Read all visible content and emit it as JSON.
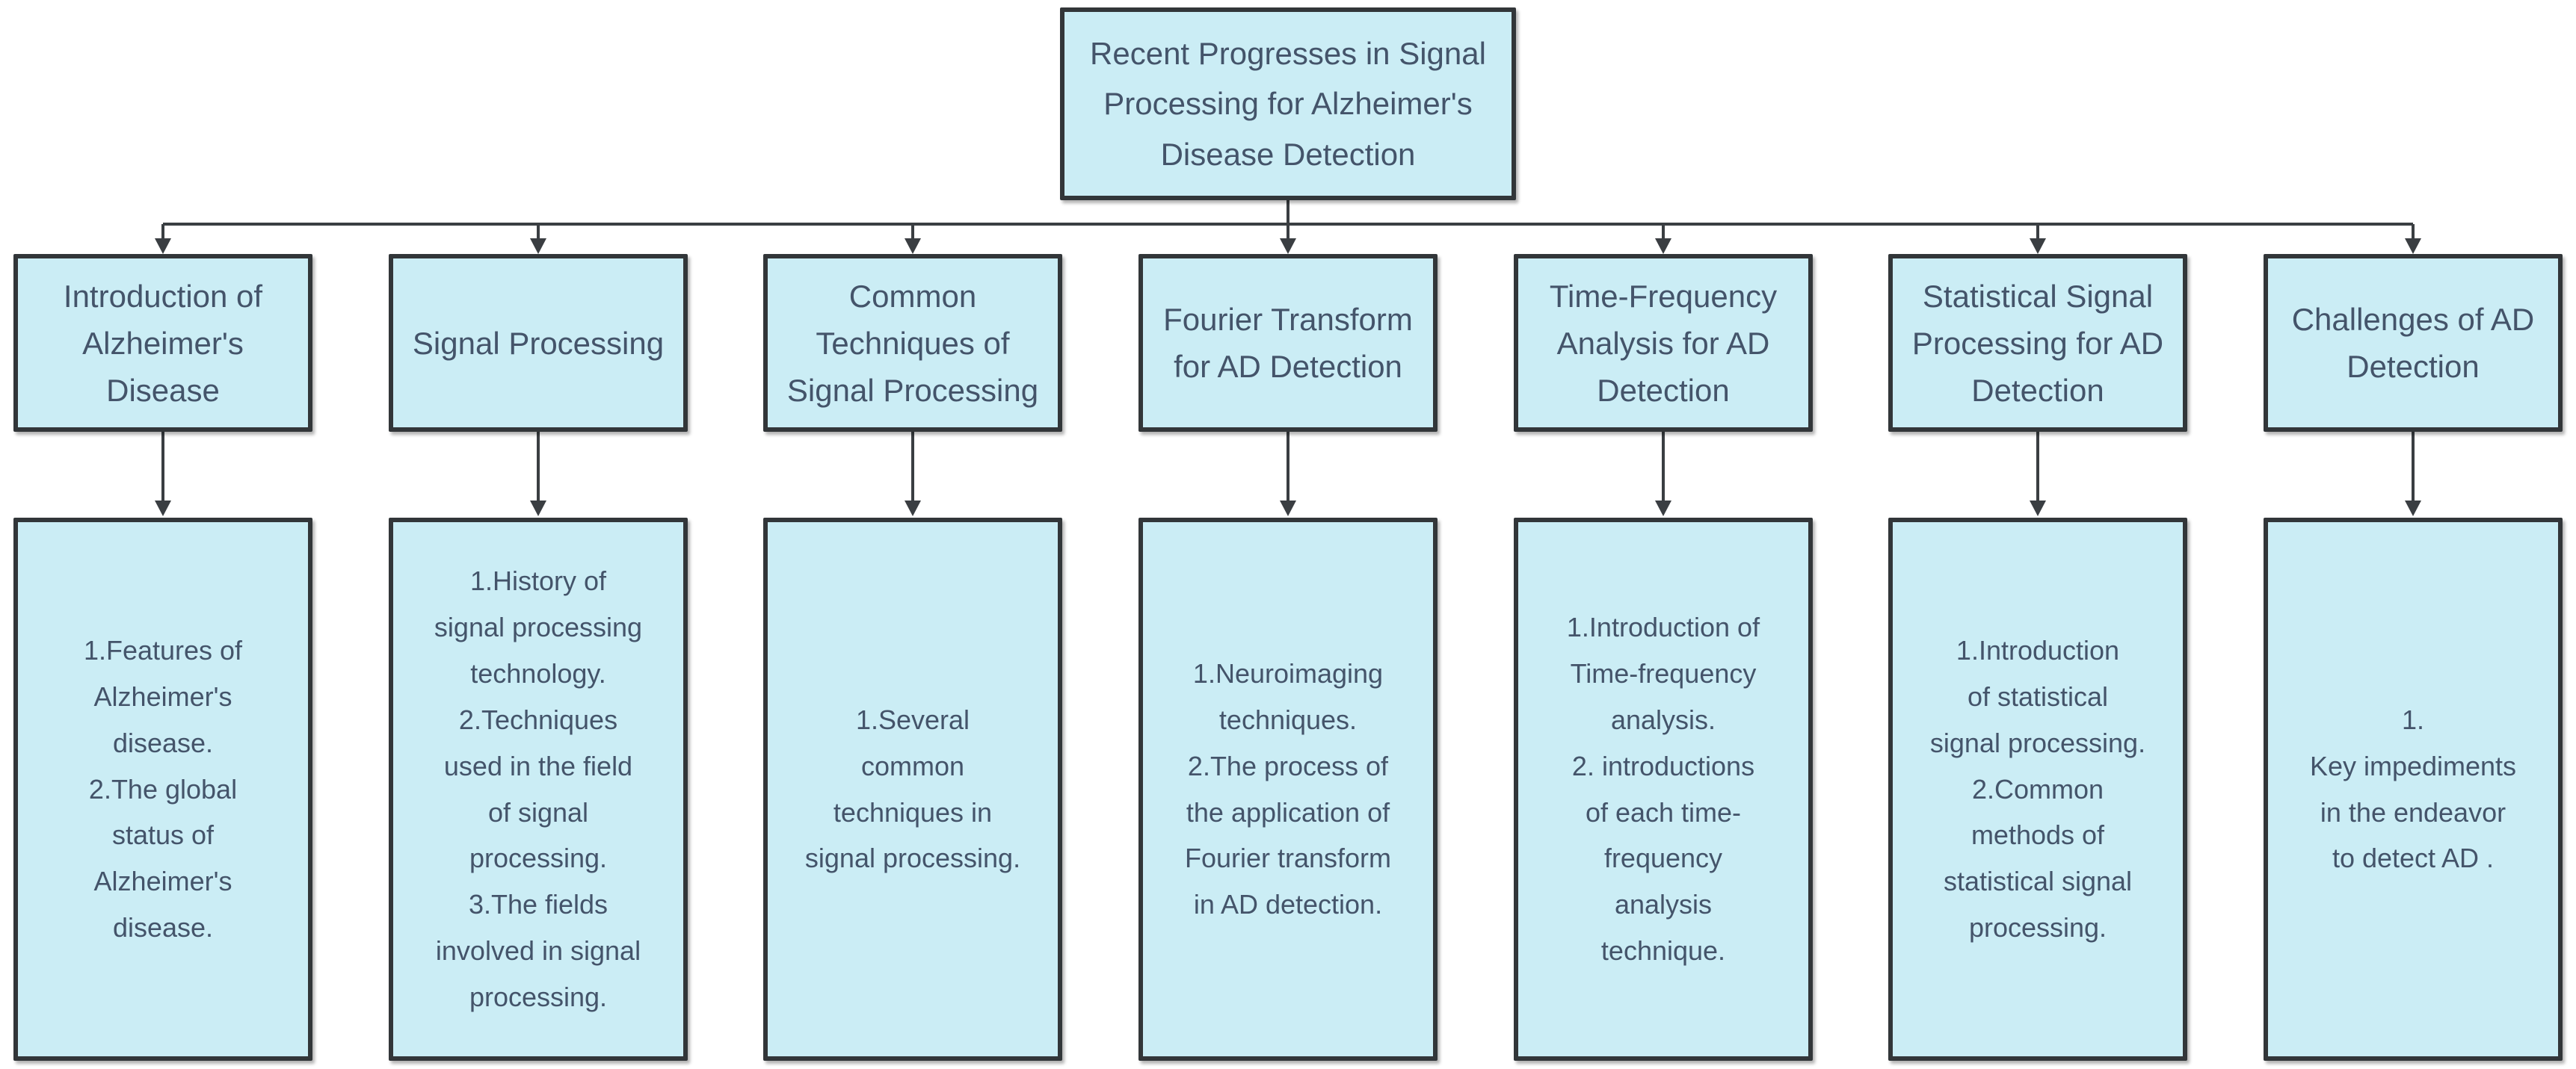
{
  "diagram": {
    "root": {
      "label": "Recent Progresses in Signal\nProcessing for Alzheimer's\nDisease Detection"
    },
    "branches": [
      {
        "title": "Introduction of\nAlzheimer's\nDisease",
        "details": "1.Features of\nAlzheimer's\ndisease.\n2.The global\nstatus of\nAlzheimer's\ndisease."
      },
      {
        "title": "Signal Processing",
        "details": "1.History of\nsignal processing\ntechnology.\n2.Techniques\nused in the field\nof signal\nprocessing.\n3.The fields\ninvolved in signal\nprocessing."
      },
      {
        "title": "Common\nTechniques of\nSignal Processing",
        "details": "1.Several\ncommon\ntechniques in\nsignal processing."
      },
      {
        "title": "Fourier Transform\nfor AD Detection",
        "details": "1.Neuroimaging\ntechniques.\n2.The process of\nthe application of\nFourier transform\nin AD detection."
      },
      {
        "title": "Time-Frequency\nAnalysis for AD\nDetection",
        "details": "1.Introduction of\nTime-frequency\nanalysis.\n2. introductions\nof each time-\nfrequency\nanalysis\ntechnique."
      },
      {
        "title": "Statistical Signal\nProcessing for AD\nDetection",
        "details": "1.Introduction\nof statistical\nsignal processing.\n2.Common\nmethods of\nstatistical signal\nprocessing."
      },
      {
        "title": "Challenges of AD\nDetection",
        "details": "1.\nKey impediments\nin the endeavor\nto detect AD ."
      }
    ],
    "colors": {
      "box_fill": "#CBEDF5",
      "box_border": "#323639",
      "text": "#44546A",
      "connector": "#3A3E42",
      "background": "#FFFFFF"
    }
  }
}
